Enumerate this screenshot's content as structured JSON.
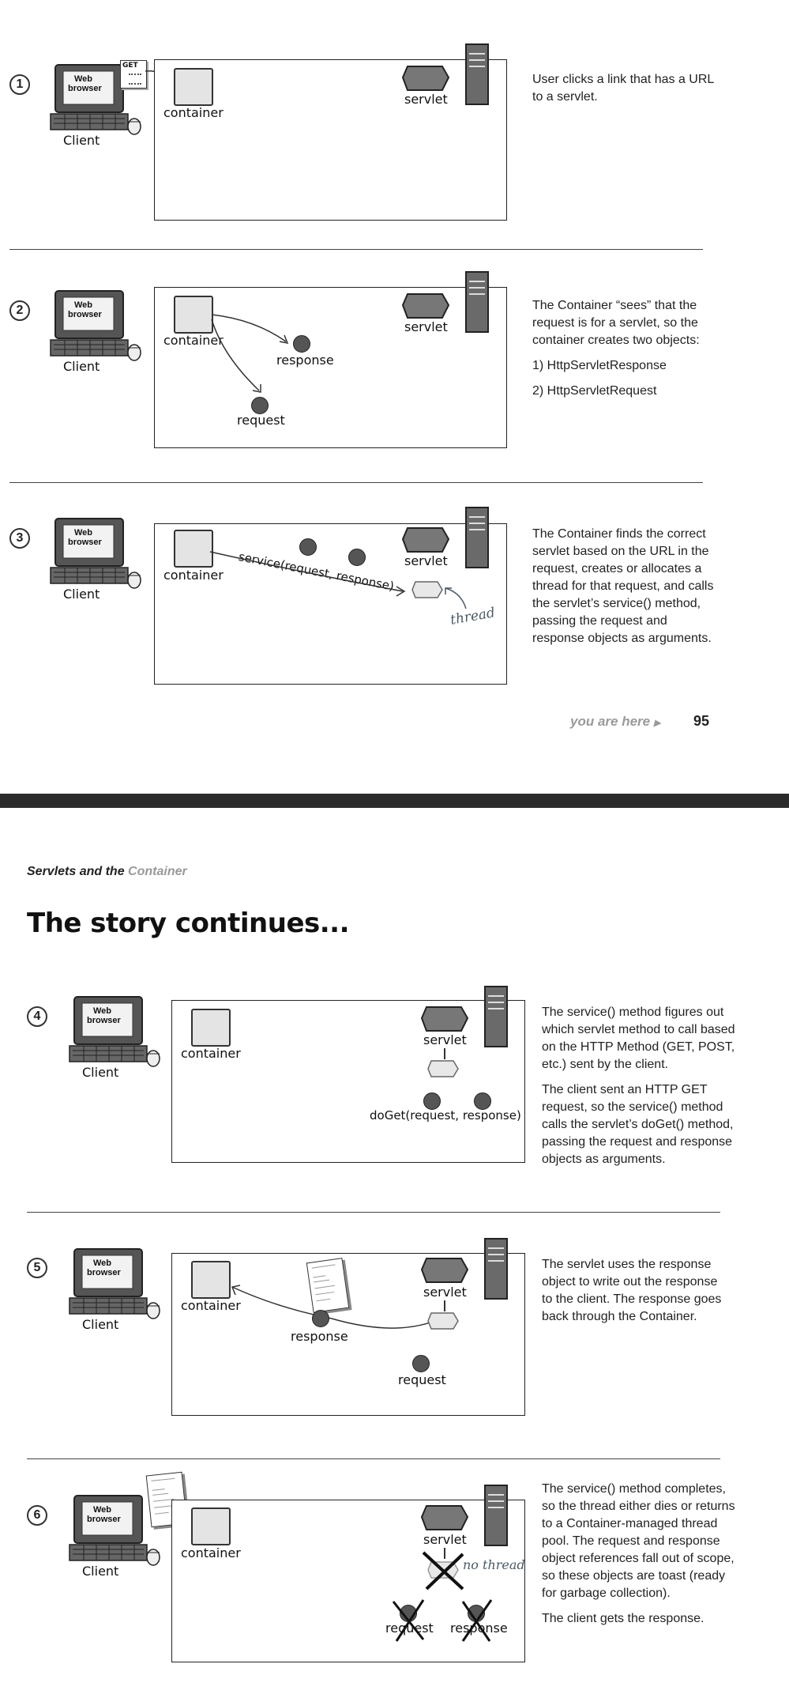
{
  "labels": {
    "web": "Web",
    "browser": "browser",
    "client": "Client",
    "container": "container",
    "servlet": "servlet",
    "response": "response",
    "request": "request",
    "get": "GET",
    "thread": "thread",
    "no_thread": "no thread",
    "service_call": "service(request, response)",
    "doget_call": "doGet(request, response)"
  },
  "steps": [
    {
      "number": "1",
      "text": [
        "User clicks a link that has a URL to a servlet."
      ]
    },
    {
      "number": "2",
      "text": [
        "The Container “sees” that the request is for a servlet, so the container creates two objects:",
        "1) HttpServletResponse",
        "2) HttpServletRequest"
      ]
    },
    {
      "number": "3",
      "text": [
        "The Container finds the correct servlet based on the URL in the request, creates or allocates a thread for that request, and calls the servlet’s service() method, passing the request and response objects as arguments."
      ]
    },
    {
      "number": "4",
      "text": [
        "The service() method figures out which servlet method to call based on the HTTP  Method (GET, POST, etc.) sent by the client.",
        "The client sent an HTTP GET request, so the service() method calls the servlet’s doGet() method, passing the request and response objects as arguments."
      ]
    },
    {
      "number": "5",
      "text": [
        "The servlet uses the response object to write out the response to the client. The response goes back through the Container."
      ]
    },
    {
      "number": "6",
      "text": [
        "The service() method completes, so the thread either dies or returns to a Container-managed thread pool. The request and response object references fall out of scope, so these objects are toast (ready for garbage collection).",
        "The client gets the response."
      ]
    }
  ],
  "footer": {
    "you_are_here": "you are here",
    "page_number": "95"
  },
  "page2": {
    "running_head_bold": "Servlets and the ",
    "running_head_gray": "Container",
    "title": "The story continues..."
  }
}
